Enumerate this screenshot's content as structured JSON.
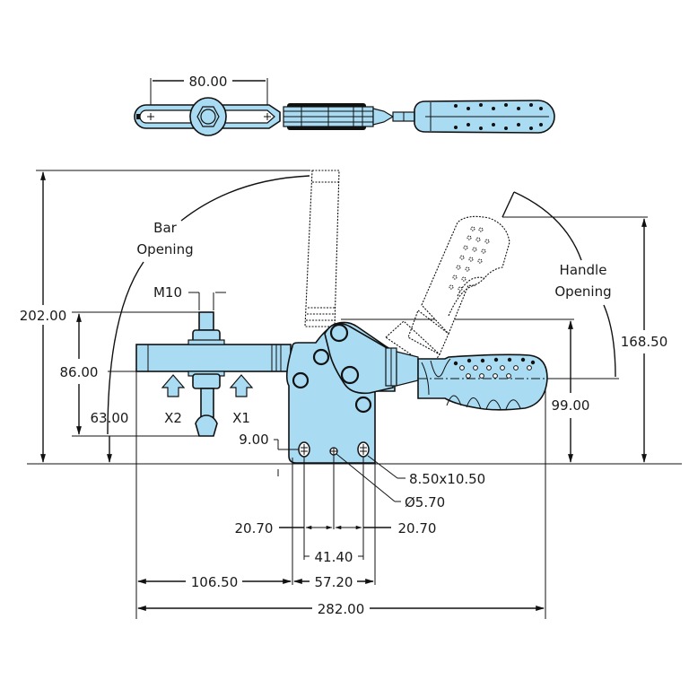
{
  "drawing": {
    "title": "Horizontal toggle clamp dimension drawing",
    "fill_color": "#a9dcf3",
    "line_color": "#111111"
  },
  "top_view": {
    "slot_spacing": "80.00"
  },
  "labels": {
    "bar_opening_line1": "Bar",
    "bar_opening_line2": "Opening",
    "handle_opening_line1": "Handle",
    "handle_opening_line2": "Opening",
    "thread": "M10",
    "force_x2": "X2",
    "force_x1": "X1"
  },
  "dimensions": {
    "overall_height": "202.00",
    "bar_height": "86.00",
    "spindle_height": "63.00",
    "base_thickness": "9.00",
    "slot_size": "8.50x10.50",
    "hole_diameter": "Ø5.70",
    "hole_offset_left": "20.70",
    "hole_offset_right": "20.70",
    "slot_spacing": "41.40",
    "bar_reach": "106.50",
    "base_width": "57.20",
    "overall_length": "282.00",
    "handle_height_closed": "99.00",
    "handle_height_open": "168.50"
  }
}
